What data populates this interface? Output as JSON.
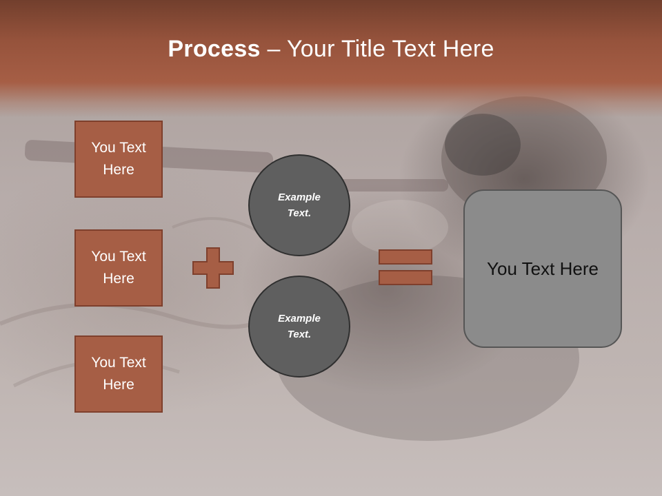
{
  "slide": {
    "title_bold": "Process",
    "title_rest": " – Your Title Text Here"
  },
  "inputs": [
    {
      "label": "You Text Here"
    },
    {
      "label": "You Text Here"
    },
    {
      "label": "You Text Here"
    }
  ],
  "circles": [
    {
      "label": "Example Text."
    },
    {
      "label": "Example Text."
    }
  ],
  "result": {
    "label": "You Text Here"
  },
  "colors": {
    "accent": "#a65e45",
    "accent_border": "#7e3f2c",
    "title_band": "#96533c",
    "circle_fill": "#5f5f5f",
    "result_fill": "#8b8b8b"
  },
  "icons": {
    "operator_1": "plus-icon",
    "operator_2": "equals-icon"
  }
}
